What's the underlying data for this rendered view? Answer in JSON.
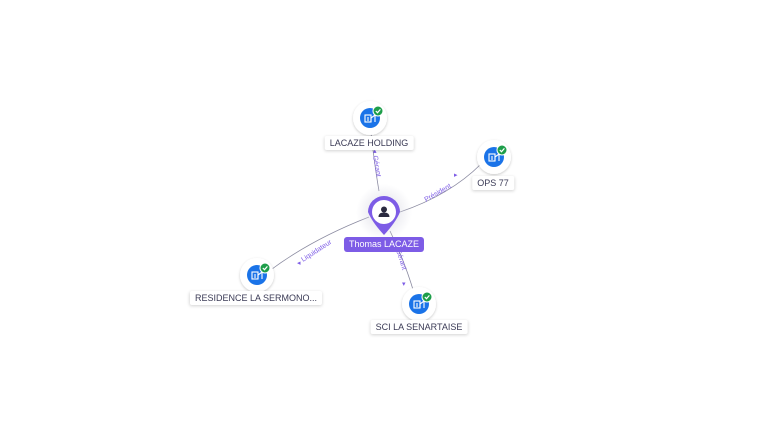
{
  "center": {
    "name": "Thomas LACAZE",
    "icon": "person-icon"
  },
  "companies": [
    {
      "name": "LACAZE HOLDING",
      "icon": "company-icon",
      "status": "active",
      "relation": "Gérant"
    },
    {
      "name": "OPS 77",
      "icon": "company-icon",
      "status": "active",
      "relation": "Président"
    },
    {
      "name": "RESIDENCE LA SERMONO...",
      "icon": "company-icon",
      "status": "active",
      "relation": "Liquidateur"
    },
    {
      "name": "SCI LA SENARTAISE",
      "icon": "company-icon",
      "status": "active",
      "relation": "Gérant"
    }
  ],
  "colors": {
    "accent": "#7d5ce6",
    "company_blue": "#1a73e8",
    "active_green": "#1e9e4a",
    "edge": "#8a8aa0",
    "edge_label": "#7d5ce6"
  }
}
